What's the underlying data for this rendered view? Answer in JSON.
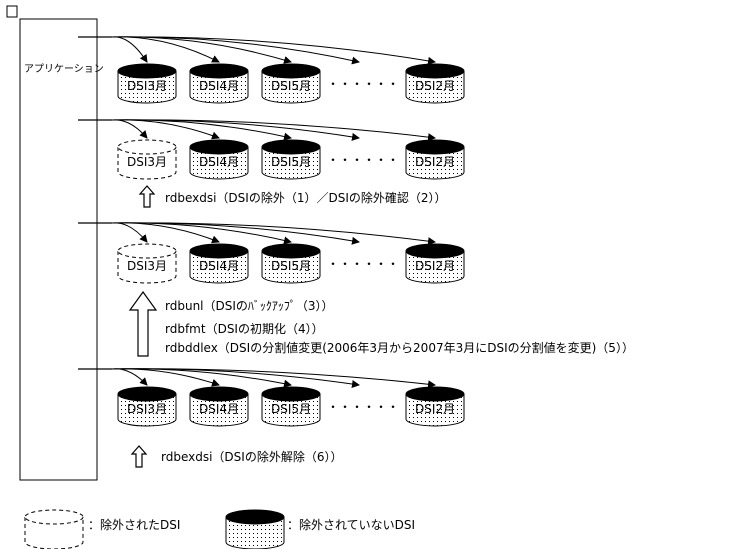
{
  "application_label": "アプリケーション",
  "dots": "・・・・・・",
  "stages": [
    {
      "disks": [
        {
          "label": "DSI3月",
          "excluded": false
        },
        {
          "label": "DSI4月",
          "excluded": false
        },
        {
          "label": "DSI5月",
          "excluded": false
        },
        {
          "label": "DSI2月",
          "excluded": false
        }
      ],
      "commands": []
    },
    {
      "disks": [
        {
          "label": "DSI3月",
          "excluded": true
        },
        {
          "label": "DSI4月",
          "excluded": false
        },
        {
          "label": "DSI5月",
          "excluded": false
        },
        {
          "label": "DSI2月",
          "excluded": false
        }
      ],
      "commands": [
        "rdbexdsi（DSIの除外（1）／DSIの除外確認（2））"
      ]
    },
    {
      "disks": [
        {
          "label": "DSI3月",
          "excluded": true
        },
        {
          "label": "DSI4月",
          "excluded": false
        },
        {
          "label": "DSI5月",
          "excluded": false
        },
        {
          "label": "DSI2月",
          "excluded": false
        }
      ],
      "commands": [
        "rdbunl（DSIのﾊﾞｯｸｱｯﾌﾟ（3））",
        "rdbfmt（DSIの初期化（4））",
        "rdbddlex（DSIの分割値変更(2006年3月から2007年3月にDSIの分割値を変更)（5））"
      ]
    },
    {
      "disks": [
        {
          "label": "DSI3月",
          "excluded": false
        },
        {
          "label": "DSI4月",
          "excluded": false
        },
        {
          "label": "DSI5月",
          "excluded": false
        },
        {
          "label": "DSI2月",
          "excluded": false
        }
      ],
      "commands": [
        "rdbexdsi（DSIの除外解除（6））"
      ]
    }
  ],
  "legend": {
    "excluded": "：除外されたDSI",
    "not_excluded": "：除外されていないDSI"
  }
}
